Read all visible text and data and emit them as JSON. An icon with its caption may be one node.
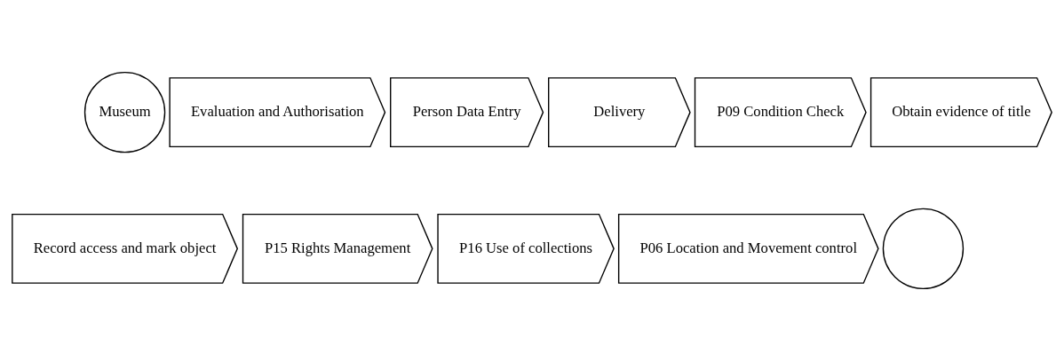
{
  "diagram": {
    "nodes": [
      {
        "text": [
          "Museum"
        ]
      },
      {
        "text": [
          "Evaluation and Authorisation"
        ]
      },
      {
        "text": [
          "Person Data Entry"
        ]
      },
      {
        "text": [
          "Delivery"
        ]
      },
      {
        "text": [
          "P09 Condition Check"
        ]
      },
      {
        "text": [
          "Obtain evidence of title"
        ]
      },
      {
        "text": [
          "Record access and mark object"
        ]
      },
      {
        "text": [
          "P15 Rights Management"
        ]
      },
      {
        "text": [
          "P16 Use of collections"
        ]
      },
      {
        "text": [
          "P06 Location and Movement control"
        ]
      },
      {
        "text": [],
        "shape": "circle"
      }
    ]
  }
}
